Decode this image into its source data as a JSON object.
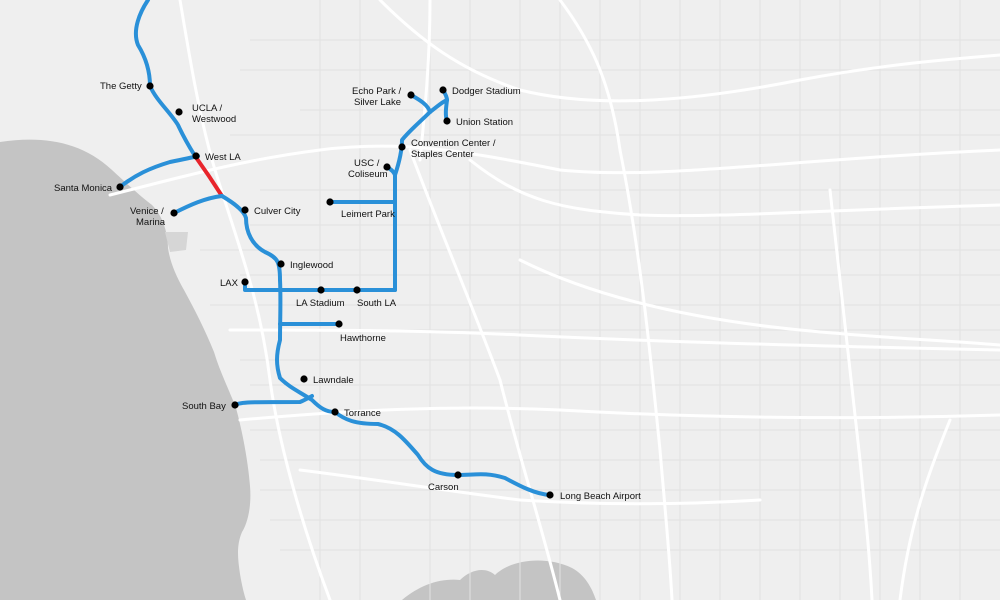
{
  "map": {
    "land_color": "#efefef",
    "water_color": "#c4c4c4",
    "road_color": "#ffffff",
    "route_color": "#2a90d8",
    "highlight_color": "#e8242b",
    "station_color": "#000000"
  },
  "stations": [
    {
      "id": "the-getty",
      "lines": [
        "The Getty"
      ]
    },
    {
      "id": "ucla-westwood",
      "lines": [
        "UCLA /",
        "Westwood"
      ]
    },
    {
      "id": "west-la",
      "lines": [
        "West LA"
      ]
    },
    {
      "id": "santa-monica",
      "lines": [
        "Santa Monica"
      ]
    },
    {
      "id": "venice-marina",
      "lines": [
        "Venice /",
        "Marina"
      ]
    },
    {
      "id": "culver-city",
      "lines": [
        "Culver City"
      ]
    },
    {
      "id": "inglewood",
      "lines": [
        "Inglewood"
      ]
    },
    {
      "id": "lax",
      "lines": [
        "LAX"
      ]
    },
    {
      "id": "la-stadium",
      "lines": [
        "LA Stadium"
      ]
    },
    {
      "id": "south-la",
      "lines": [
        "South LA"
      ]
    },
    {
      "id": "hawthorne",
      "lines": [
        "Hawthorne"
      ]
    },
    {
      "id": "lawndale",
      "lines": [
        "Lawndale"
      ]
    },
    {
      "id": "south-bay",
      "lines": [
        "South Bay"
      ]
    },
    {
      "id": "torrance",
      "lines": [
        "Torrance"
      ]
    },
    {
      "id": "carson",
      "lines": [
        "Carson"
      ]
    },
    {
      "id": "long-beach-airport",
      "lines": [
        "Long Beach Airport"
      ]
    },
    {
      "id": "echo-park-silver-lake",
      "lines": [
        "Echo Park /",
        "Silver Lake"
      ]
    },
    {
      "id": "dodger-stadium",
      "lines": [
        "Dodger Stadium"
      ]
    },
    {
      "id": "union-station",
      "lines": [
        "Union Station"
      ]
    },
    {
      "id": "convention-center",
      "lines": [
        "Convention Center /",
        "Staples Center"
      ]
    },
    {
      "id": "usc-coliseum",
      "lines": [
        "USC /",
        "Coliseum"
      ]
    },
    {
      "id": "leimert-park",
      "lines": [
        "Leimert Park"
      ]
    }
  ]
}
